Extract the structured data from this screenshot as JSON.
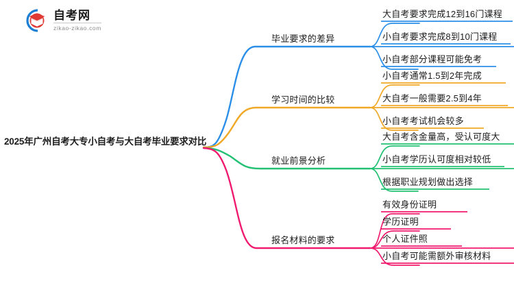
{
  "logo": {
    "title": "自考网",
    "subtitle": "zikao-zikao.com",
    "mark_name": "graduation-cap-logo-icon",
    "mark_colors": {
      "ring": "#1a7fd4",
      "cap": "#e03a35"
    }
  },
  "mindmap": {
    "root": {
      "label": "2025年广州自考大专小自考与大自考毕业要求对比"
    },
    "branches": [
      {
        "label": "毕业要求的差异",
        "color": "#2B8FE8",
        "leaves": [
          {
            "label": "大自考要求完成12到16门课程"
          },
          {
            "label": "小自考要求完成8到10门课程"
          },
          {
            "label": "小自考部分课程可能免考"
          }
        ]
      },
      {
        "label": "学习时间的比较",
        "color": "#F0A826",
        "leaves": [
          {
            "label": "小自考通常1.5到2年完成"
          },
          {
            "label": "大自考一般需要2.5到4年"
          },
          {
            "label": "小自考考试机会较多"
          }
        ]
      },
      {
        "label": "就业前景分析",
        "color": "#22C073",
        "leaves": [
          {
            "label": "大自考含金量高，受认可度大"
          },
          {
            "label": "小自考学历认可度相对较低"
          },
          {
            "label": "根据职业规划做出选择"
          }
        ]
      },
      {
        "label": "报名材料的要求",
        "color": "#F01A6F",
        "leaves": [
          {
            "label": "有效身份证明"
          },
          {
            "label": "学历证明"
          },
          {
            "label": "个人证件照"
          },
          {
            "label": "小自考可能需额外审核材料"
          }
        ]
      }
    ]
  }
}
